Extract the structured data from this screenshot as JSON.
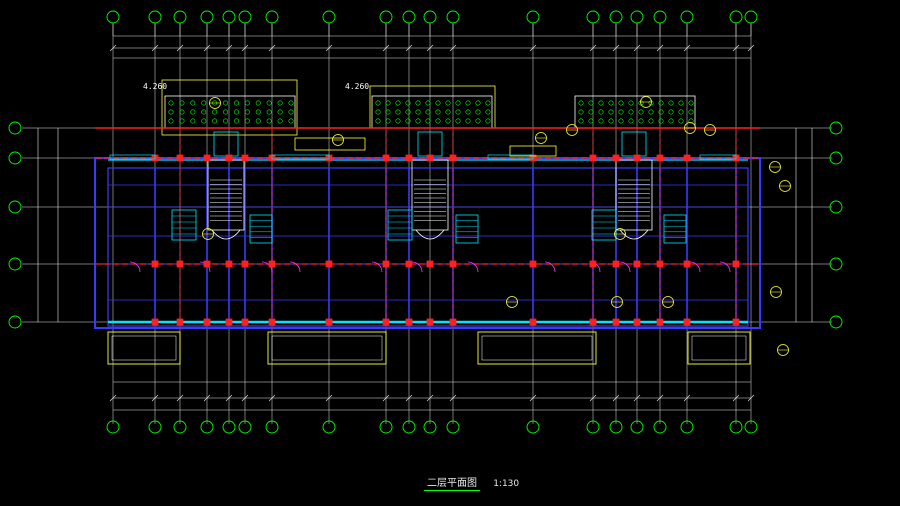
{
  "drawing": {
    "title": "二层平面图",
    "scale": "1:130",
    "elevations": [
      "4.260",
      "4.260"
    ]
  },
  "colors": {
    "background": "#000000",
    "grid_line": "#e8e8e8",
    "axis_circle": "#00ff00",
    "wall": "#3a3aff",
    "beam": "#ff2020",
    "cyan": "#00e5ff",
    "yellow": "#ffff33",
    "magenta": "#ff33ff",
    "white": "#ffffff"
  },
  "icons": [
    "axis-bubble",
    "section-marker",
    "north-arrow"
  ]
}
